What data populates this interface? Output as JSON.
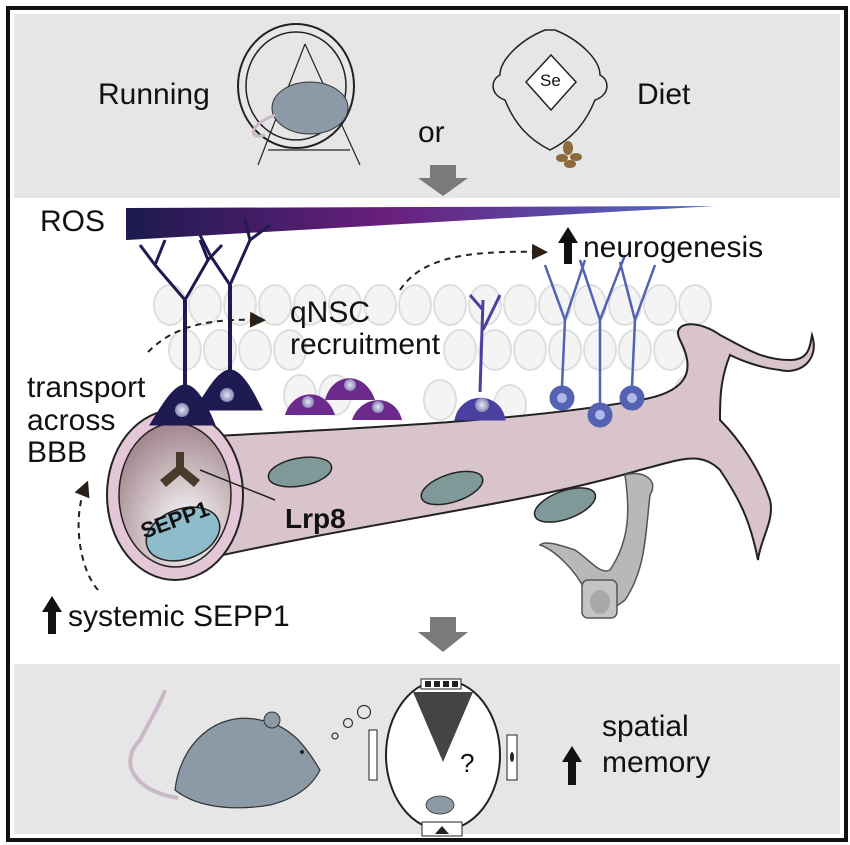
{
  "top_panel": {
    "left_label": "Running",
    "connector": "or",
    "right_label": "Diet",
    "bag_label": "Se"
  },
  "middle_panel": {
    "gradient_label": "ROS",
    "gradient_colors": [
      "#1c1a4e",
      "#6a1f7e",
      "#4e6fc8"
    ],
    "neurogenesis_label": "neurogenesis",
    "qnsc_label_line1": "qNSC",
    "qnsc_label_line2": "recruitment",
    "transport_line1": "transport",
    "transport_line2": "across",
    "transport_line3": "BBB",
    "receptor_label": "Lrp8",
    "protein_label": "SEPP1",
    "systemic_label": "systemic SEPP1"
  },
  "bottom_panel": {
    "maze_mark": "?",
    "memory_line1": "spatial",
    "memory_line2": "memory"
  },
  "colors": {
    "panel_bg": "#e6e6e6",
    "vessel": "#d9c4cc",
    "nucleus": "#7f9898",
    "sepp1": "#8fbccb",
    "receptor": "#4a3a2c",
    "mouse": "#8c9aa8",
    "arrow_gray": "#7a7a7a",
    "neuron_dark": "#1f1a52",
    "neuron_purple": "#6b2a8c",
    "neuron_violet": "#4b3fa0",
    "neuron_blue": "#5462b4"
  }
}
